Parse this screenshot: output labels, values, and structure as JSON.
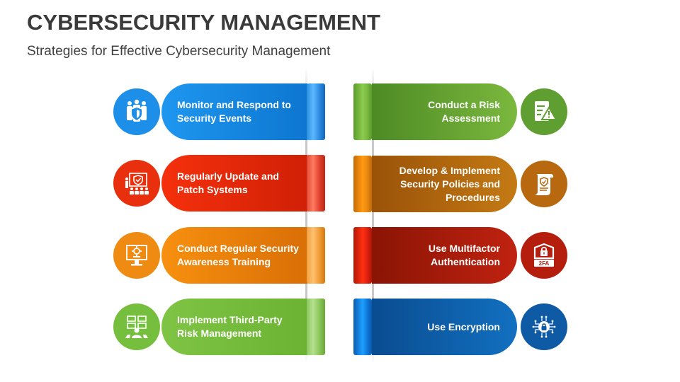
{
  "header": {
    "title": "CYBERSECURITY MANAGEMENT",
    "subtitle": "Strategies for Effective Cybersecurity Management"
  },
  "left_items": [
    {
      "label": "Monitor and Respond to Security Events",
      "icon": "team-shield-icon",
      "color": "#1a8de3"
    },
    {
      "label": "Regularly Update and Patch Systems",
      "icon": "presentation-shield-icon",
      "color": "#f2350f"
    },
    {
      "label": "Conduct Regular Security Awareness Training",
      "icon": "monitor-gear-icon",
      "color": "#f38a10"
    },
    {
      "label": "Implement Third-Party Risk Management",
      "icon": "user-screens-icon",
      "color": "#7cc242"
    }
  ],
  "right_items": [
    {
      "label": "Conduct a Risk Assessment",
      "icon": "document-warning-icon",
      "color": "#5e9a2f"
    },
    {
      "label": "Develop & Implement Security Policies and Procedures",
      "icon": "policy-scroll-icon",
      "color": "#b8660c"
    },
    {
      "label": "Use Multifactor Authentication",
      "icon": "shield-lock-2fa-icon",
      "color": "#b81d0c"
    },
    {
      "label": "Use Encryption",
      "icon": "circuit-lock-icon",
      "color": "#0f5ca6"
    }
  ],
  "icon_badge": {
    "twofa": "2FA"
  }
}
